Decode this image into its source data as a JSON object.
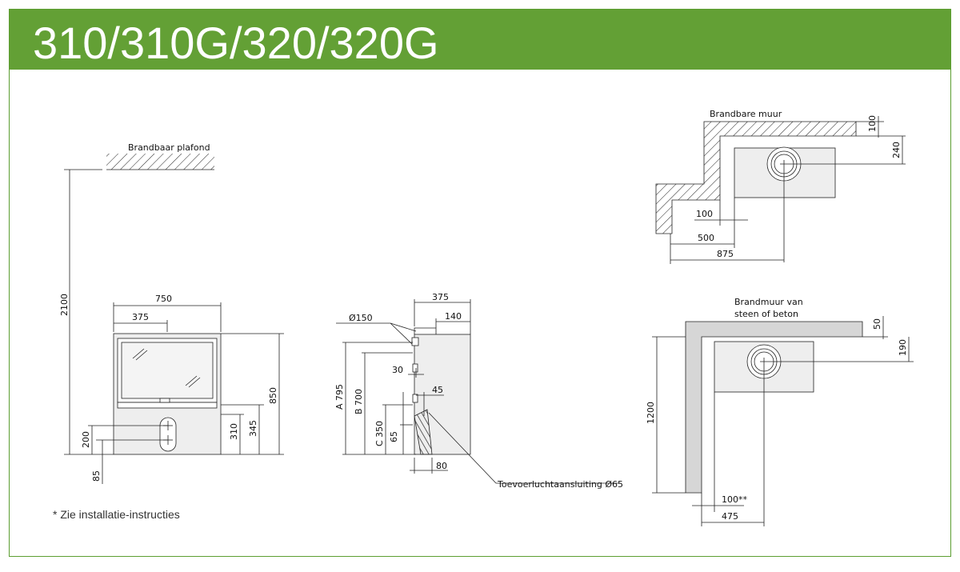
{
  "header": {
    "title": "310/310G/320/320G"
  },
  "labels": {
    "brandbaar_plafond": "Brandbaar plafond",
    "brandbare_muur": "Brandbare muur",
    "brandmuur_line1": "Brandmuur van",
    "brandmuur_line2": "steen of beton",
    "toevoer": "Toevoerluchtaansluiting Ø65",
    "d150": "Ø150"
  },
  "front": {
    "d2100": "2100",
    "d750": "750",
    "d375": "375",
    "d850": "850",
    "d345": "345",
    "d310": "310",
    "d200": "200",
    "d85": "85"
  },
  "side": {
    "d375": "375",
    "d140": "140",
    "d30": "30",
    "d45": "45",
    "a795": "A 795",
    "b700": "B 700",
    "c350": "C 350",
    "d65": "65",
    "d80": "80"
  },
  "top1": {
    "d100a": "100",
    "d240": "240",
    "d100b": "100",
    "d500": "500",
    "d875": "875"
  },
  "top2": {
    "d50": "50",
    "d190": "190",
    "d1200": "1200",
    "d100": "100**",
    "d475": "475"
  },
  "footnote": "* Zie installatie-instructies"
}
